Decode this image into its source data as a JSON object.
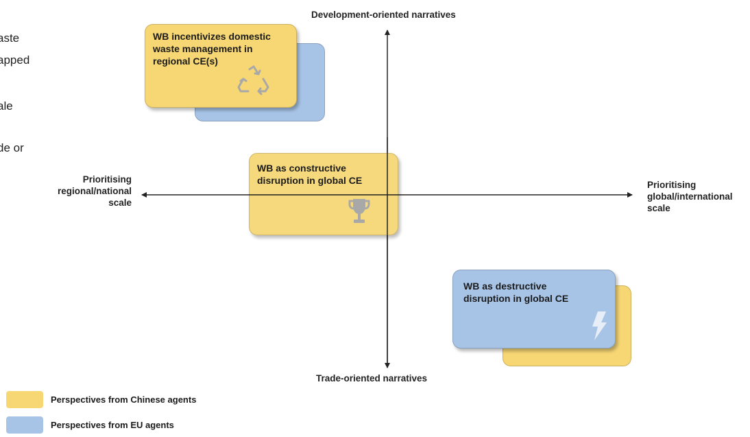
{
  "colors": {
    "chinese": "#f7d774",
    "eu": "#a7c4e7",
    "icon": "#a8a8a8",
    "axis": "#222222"
  },
  "cut_text": [
    "aste",
    "apped",
    "ale",
    "de or"
  ],
  "axes": {
    "top": "Development-oriented narratives",
    "bottom": "Trade-oriented narratives",
    "left": "Prioritising\nregional/national\nscale",
    "right": "Prioritising\nglobal/international\nscale"
  },
  "cards": {
    "top_left": "WB incentivizes domestic\nwaste management in\nregional CE(s)",
    "center": "WB as constructive\ndisruption in global CE",
    "bottom_right": "WB as destructive\ndisruption in global CE"
  },
  "icons": {
    "top_left": "recycle-icon",
    "center": "trophy-icon",
    "bottom_right": "lightning-icon"
  },
  "legend": [
    {
      "label": "Perspectives from Chinese agents",
      "color_key": "chinese"
    },
    {
      "label": "Perspectives from EU agents",
      "color_key": "eu"
    }
  ]
}
